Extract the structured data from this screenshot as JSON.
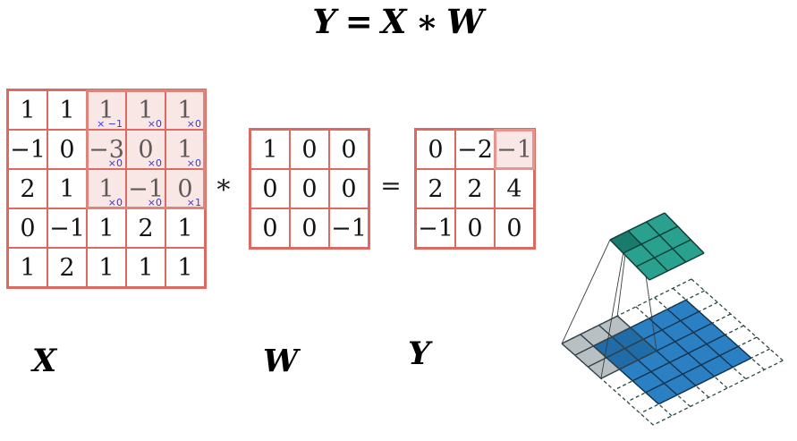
{
  "title": {
    "lhs": "Y",
    "equals": "=",
    "operand1": "X",
    "conv_op": "∗",
    "operand2": "W"
  },
  "operators": {
    "convolution": "∗",
    "equals": "="
  },
  "matrix_x": {
    "label": "X",
    "rows": 5,
    "cols": 5,
    "values": [
      [
        "1",
        "1",
        "1",
        "1",
        "1"
      ],
      [
        "−1",
        "0",
        "−3",
        "0",
        "1"
      ],
      [
        "2",
        "1",
        "1",
        "−1",
        "0"
      ],
      [
        "0",
        "−1",
        "1",
        "2",
        "1"
      ],
      [
        "1",
        "2",
        "1",
        "1",
        "1"
      ]
    ],
    "highlight": {
      "row_start": 0,
      "col_start": 2,
      "rows": 3,
      "cols": 3
    },
    "annotations": [
      [
        "× −1",
        "×0",
        "×0"
      ],
      [
        "×0",
        "×0",
        "×0"
      ],
      [
        "×0",
        "×0",
        "×1"
      ]
    ]
  },
  "matrix_w": {
    "label": "W",
    "rows": 3,
    "cols": 3,
    "values": [
      [
        "1",
        "0",
        "0"
      ],
      [
        "0",
        "0",
        "0"
      ],
      [
        "0",
        "0",
        "−1"
      ]
    ]
  },
  "matrix_y": {
    "label": "Y",
    "rows": 3,
    "cols": 3,
    "values": [
      [
        "0",
        "−2",
        "−1"
      ],
      [
        "2",
        "2",
        "4"
      ],
      [
        "−1",
        "0",
        "0"
      ]
    ],
    "highlight_cell": {
      "row": 0,
      "col": 2
    }
  },
  "figure3d": {
    "padded_grid_size": 7,
    "input_size": 5,
    "kernel_size": 3,
    "output_size": 3,
    "colors": {
      "input_blue": "#2a80c2",
      "overlap_blue": "#1f6ca8",
      "window_gray": "#b9c0c3",
      "output_green": "#2aa18f",
      "output_active_green": "#197a6e",
      "input_line": "#15334e",
      "window_line": "#32424a",
      "output_line": "#0e3e39",
      "dashed_line": "#2b4a44",
      "projection_line": "#3d3d3d"
    }
  },
  "palette": {
    "matrix_border": "#dd6a60",
    "highlight_fill": "#f8e7e4",
    "highlight_block_border": "#e0837b",
    "highlight_cell_border": "#e8948d",
    "annotation_blue": "#3434e8"
  }
}
